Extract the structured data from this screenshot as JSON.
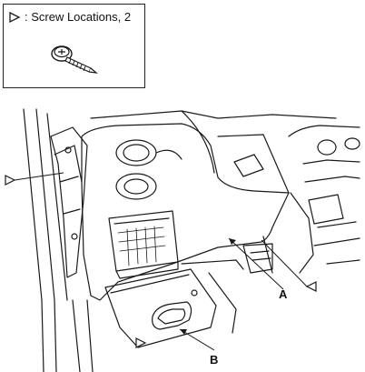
{
  "legend": {
    "symbol": "screw-location-triangle-icon",
    "text": ": Screw Locations, 2"
  },
  "callouts": {
    "a": "A",
    "b": "B"
  },
  "colors": {
    "line": "#1a1a1a",
    "background": "#ffffff"
  }
}
